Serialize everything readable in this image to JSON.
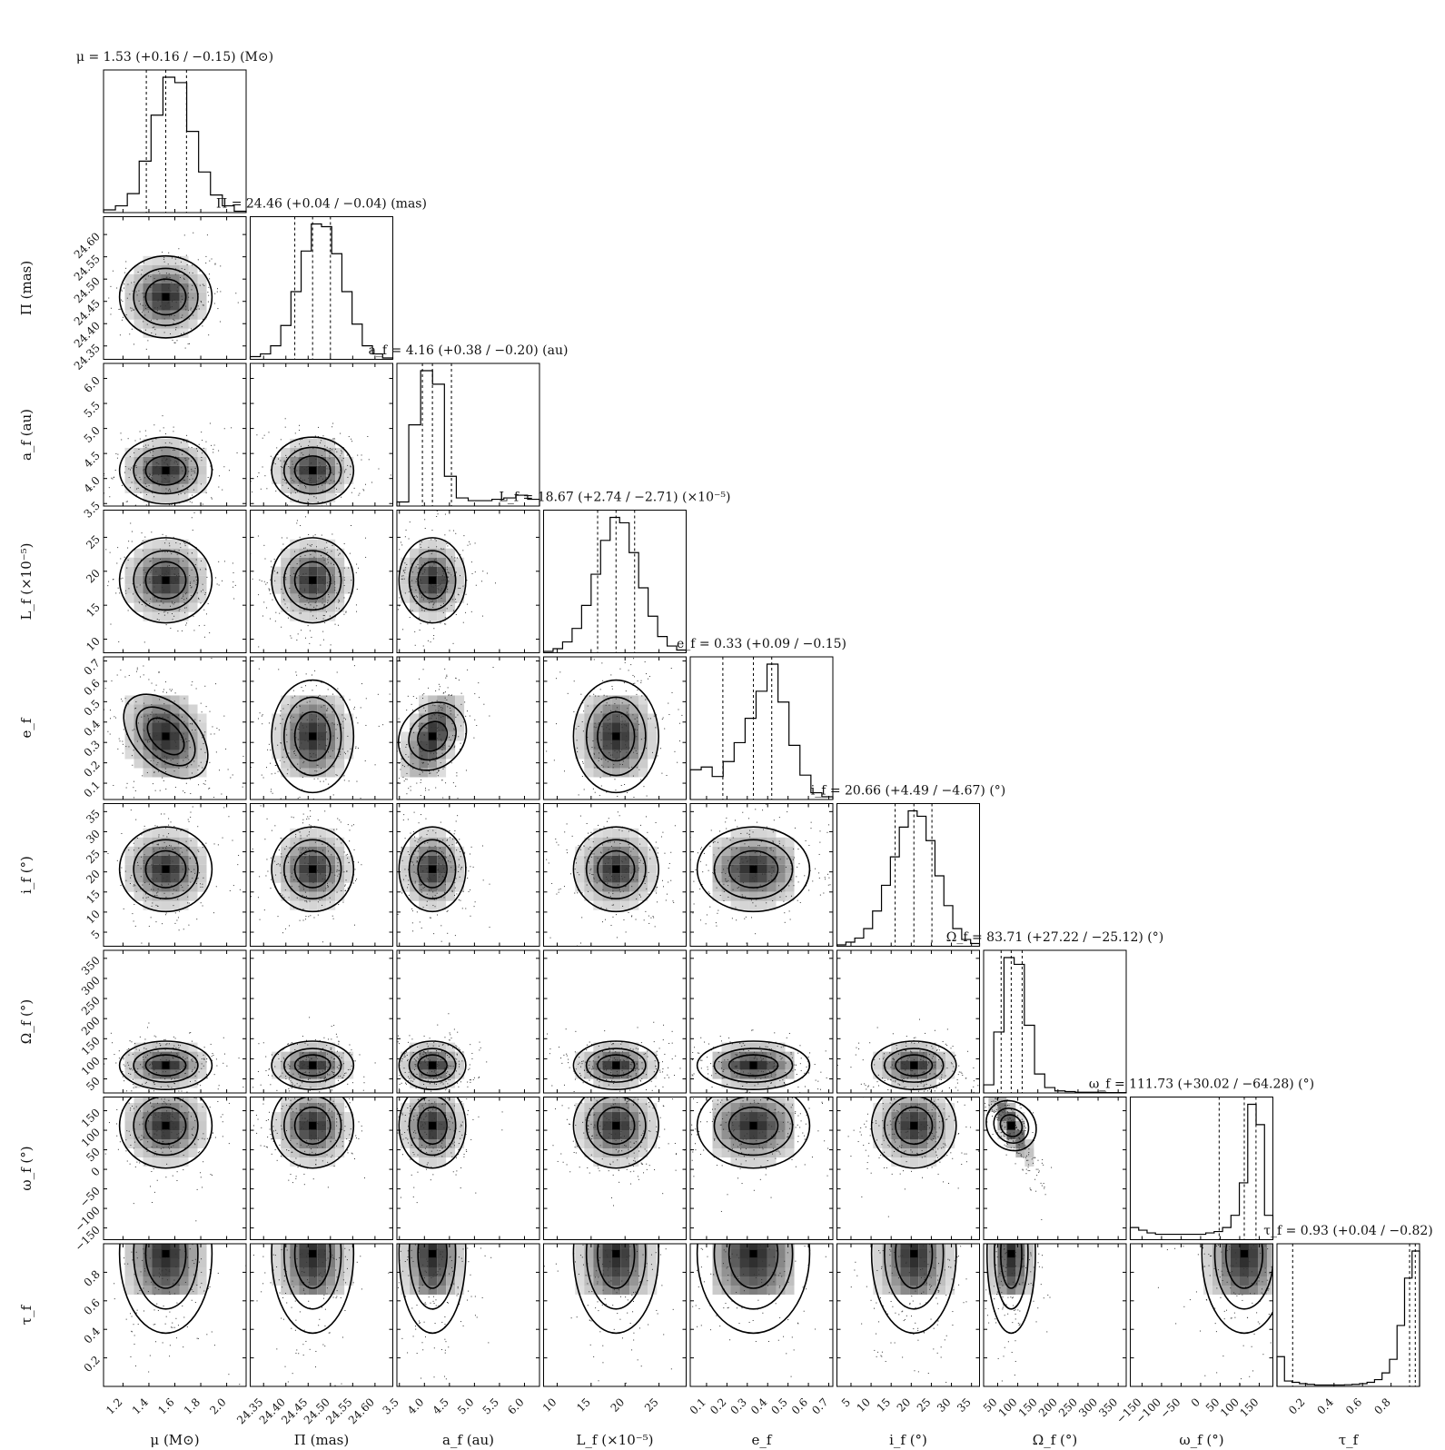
{
  "chart_data": {
    "type": "corner",
    "parameters": [
      {
        "name": "mu",
        "axis_label": "μ (M⊙)",
        "title": "μ = 1.53 (+0.16 / −0.15) (M⊙)",
        "range": [
          1.05,
          2.15
        ],
        "ticks": [
          1.2,
          1.4,
          1.6,
          1.8,
          2.0
        ],
        "tick_labels": [
          "1.2",
          "1.4",
          "1.6",
          "1.8",
          "2.0"
        ],
        "median": 1.53,
        "q16": 1.38,
        "q84": 1.69,
        "hist": [
          0.02,
          0.05,
          0.14,
          0.38,
          0.72,
          1.0,
          0.96,
          0.6,
          0.3,
          0.13,
          0.05,
          0.01
        ]
      },
      {
        "name": "parallax",
        "axis_label": "Π (mas)",
        "title": "Π = 24.46 (+0.04 / −0.04) (mas)",
        "range": [
          24.32,
          24.64
        ],
        "ticks": [
          24.35,
          24.4,
          24.45,
          24.5,
          24.55,
          24.6
        ],
        "tick_labels": [
          "24.35",
          "24.40",
          "24.45",
          "24.50",
          "24.55",
          "24.60"
        ],
        "median": 24.46,
        "q16": 24.42,
        "q84": 24.5,
        "hist": [
          0.02,
          0.04,
          0.1,
          0.25,
          0.5,
          0.8,
          1.0,
          0.98,
          0.78,
          0.5,
          0.26,
          0.1,
          0.04,
          0.01
        ]
      },
      {
        "name": "a_f",
        "axis_label": "a_f (au)",
        "title": "a_f = 4.16 (+0.38 / −0.20) (au)",
        "range": [
          3.45,
          6.3
        ],
        "ticks": [
          3.5,
          4.0,
          4.5,
          5.0,
          5.5,
          6.0
        ],
        "tick_labels": [
          "3.5",
          "4.0",
          "4.5",
          "5.0",
          "5.5",
          "6.0"
        ],
        "median": 4.16,
        "q16": 3.96,
        "q84": 4.54,
        "hist": [
          0.03,
          0.6,
          1.0,
          0.9,
          0.22,
          0.06,
          0.04,
          0.04,
          0.05,
          0.06,
          0.08,
          0.05
        ]
      },
      {
        "name": "L_f",
        "axis_label": "L_f (×10⁻⁵)",
        "title": "L_f = 18.67 (+2.74 / −2.71) (×10⁻⁵)",
        "range": [
          8,
          29
        ],
        "ticks": [
          10,
          15,
          20,
          25
        ],
        "tick_labels": [
          "10",
          "15",
          "20",
          "25"
        ],
        "median": 18.67,
        "q16": 15.96,
        "q84": 21.41,
        "hist": [
          0.01,
          0.03,
          0.08,
          0.18,
          0.35,
          0.58,
          0.83,
          1.0,
          0.96,
          0.74,
          0.48,
          0.27,
          0.12,
          0.05,
          0.02
        ]
      },
      {
        "name": "e_f",
        "axis_label": "e_f",
        "title": "e_f = 0.33 (+0.09 / −0.15)",
        "range": [
          0.02,
          0.72
        ],
        "ticks": [
          0.1,
          0.2,
          0.3,
          0.4,
          0.5,
          0.6,
          0.7
        ],
        "tick_labels": [
          "0.1",
          "0.2",
          "0.3",
          "0.4",
          "0.5",
          "0.6",
          "0.7"
        ],
        "median": 0.33,
        "q16": 0.18,
        "q84": 0.42,
        "hist": [
          0.22,
          0.24,
          0.17,
          0.28,
          0.42,
          0.6,
          0.8,
          1.0,
          0.72,
          0.4,
          0.18,
          0.05,
          0.02
        ]
      },
      {
        "name": "i_f",
        "axis_label": "i_f (°)",
        "title": "i_f = 20.66 (+4.49 / −4.67) (°)",
        "range": [
          1.5,
          37
        ],
        "ticks": [
          5,
          10,
          15,
          20,
          25,
          30,
          35
        ],
        "tick_labels": [
          "5",
          "10",
          "15",
          "20",
          "25",
          "30",
          "35"
        ],
        "median": 20.66,
        "q16": 15.99,
        "q84": 25.15,
        "hist": [
          0.01,
          0.03,
          0.06,
          0.13,
          0.26,
          0.45,
          0.66,
          0.88,
          1.0,
          0.96,
          0.78,
          0.52,
          0.3,
          0.13,
          0.05,
          0.02
        ]
      },
      {
        "name": "Omega_f",
        "axis_label": "Ω_f (°)",
        "title": "Ω_f = 83.71 (+27.22 / −25.12) (°)",
        "range": [
          15,
          370
        ],
        "ticks": [
          50,
          100,
          150,
          200,
          250,
          300,
          350
        ],
        "tick_labels": [
          "50",
          "100",
          "150",
          "200",
          "250",
          "300",
          "350"
        ],
        "median": 83.71,
        "q16": 58.59,
        "q84": 110.93,
        "hist": [
          0.06,
          0.45,
          1.0,
          0.95,
          0.5,
          0.14,
          0.04,
          0.015,
          0.01,
          0.005,
          0.005,
          0.005,
          0.003,
          0.003
        ]
      },
      {
        "name": "omega_f",
        "axis_label": "ω_f (°)",
        "title": "ω_f = 111.73 (+30.02 / −64.28) (°)",
        "range": [
          -180,
          185
        ],
        "ticks": [
          -150,
          -100,
          -50,
          0,
          50,
          100,
          150
        ],
        "tick_labels": [
          "−150",
          "−100",
          "−50",
          "0",
          "50",
          "100",
          "150"
        ],
        "median": 111.73,
        "q16": 47.45,
        "q84": 141.75,
        "hist": [
          0.09,
          0.07,
          0.05,
          0.04,
          0.04,
          0.04,
          0.04,
          0.04,
          0.04,
          0.05,
          0.06,
          0.09,
          0.18,
          0.42,
          1.0,
          0.85,
          0.18
        ]
      },
      {
        "name": "tau_f",
        "axis_label": "τ_f",
        "title": "τ_f = 0.93 (+0.04 / −0.82)",
        "range": [
          0.0,
          1.0
        ],
        "ticks": [
          0.2,
          0.4,
          0.6,
          0.8
        ],
        "tick_labels": [
          "0.2",
          "0.4",
          "0.6",
          "0.8"
        ],
        "median": 0.93,
        "q16": 0.11,
        "q84": 0.97,
        "hist": [
          0.22,
          0.04,
          0.03,
          0.02,
          0.015,
          0.01,
          0.01,
          0.01,
          0.01,
          0.012,
          0.015,
          0.02,
          0.03,
          0.05,
          0.1,
          0.2,
          0.45,
          0.8,
          1.0
        ]
      }
    ],
    "contour_levels": "1σ, 1.5σ, 2σ density contours with grey 2D histogram and scatter points outside",
    "grid": false,
    "legend": "none"
  }
}
